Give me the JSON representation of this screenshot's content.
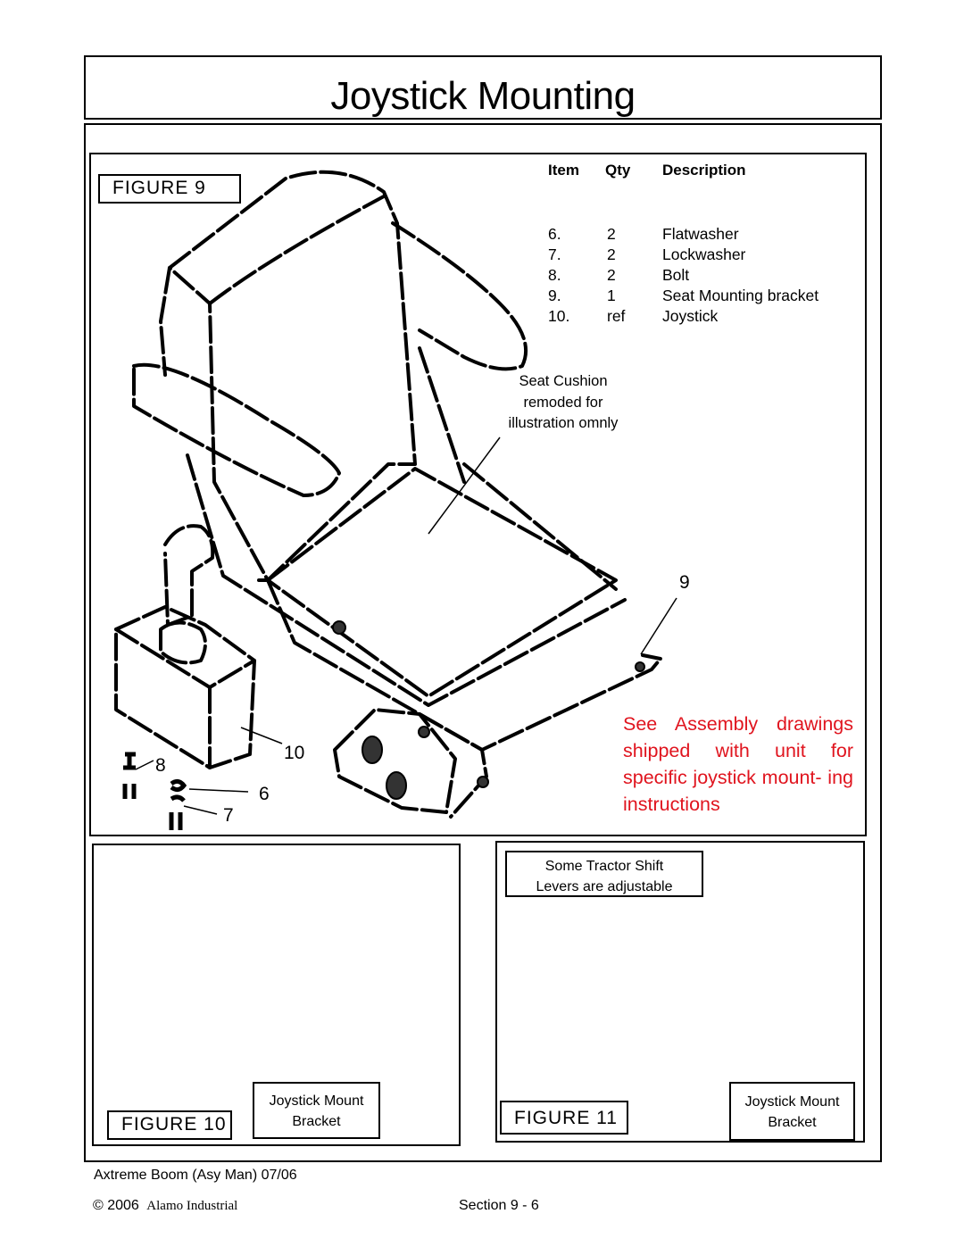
{
  "page": {
    "title": "Joystick Mounting",
    "footer_left": "Axtreme Boom  (Asy  Man) 07/06",
    "copyright": "© 2006",
    "company": "Alamo Industrial",
    "section": "Section 9  -  6"
  },
  "figure9": {
    "label": "FIGURE  9",
    "parts_table": {
      "headers": {
        "item": "Item",
        "qty": "Qty",
        "description": "Description"
      },
      "rows": [
        {
          "item": "6.",
          "qty": "2",
          "description": "Flatwasher"
        },
        {
          "item": "7.",
          "qty": "2",
          "description": "Lockwasher"
        },
        {
          "item": "8.",
          "qty": "2",
          "description": "Bolt"
        },
        {
          "item": "9.",
          "qty": "1",
          "description": "Seat Mounting bracket"
        },
        {
          "item": "10.",
          "qty": "ref",
          "description": "Joystick"
        }
      ]
    },
    "cushion_note": [
      "Seat Cushion",
      "remoded for",
      "illustration omnly"
    ],
    "red_note": "See Assembly drawings shipped with unit for specific joystick mount- ing instructions",
    "callouts": {
      "c9": "9",
      "c10": "10",
      "c8": "8",
      "c6": "6",
      "c7": "7"
    },
    "red_color": "#e0141e"
  },
  "figure10": {
    "label": "FIGURE  10",
    "bracket_label": [
      "Joystick Mount",
      "Bracket"
    ]
  },
  "figure11": {
    "label": "FIGURE  11",
    "shift_note": [
      "Some Tractor Shift",
      "Levers  are  adjustable"
    ],
    "bracket_label": [
      "Joystick Mount",
      "Bracket"
    ]
  }
}
